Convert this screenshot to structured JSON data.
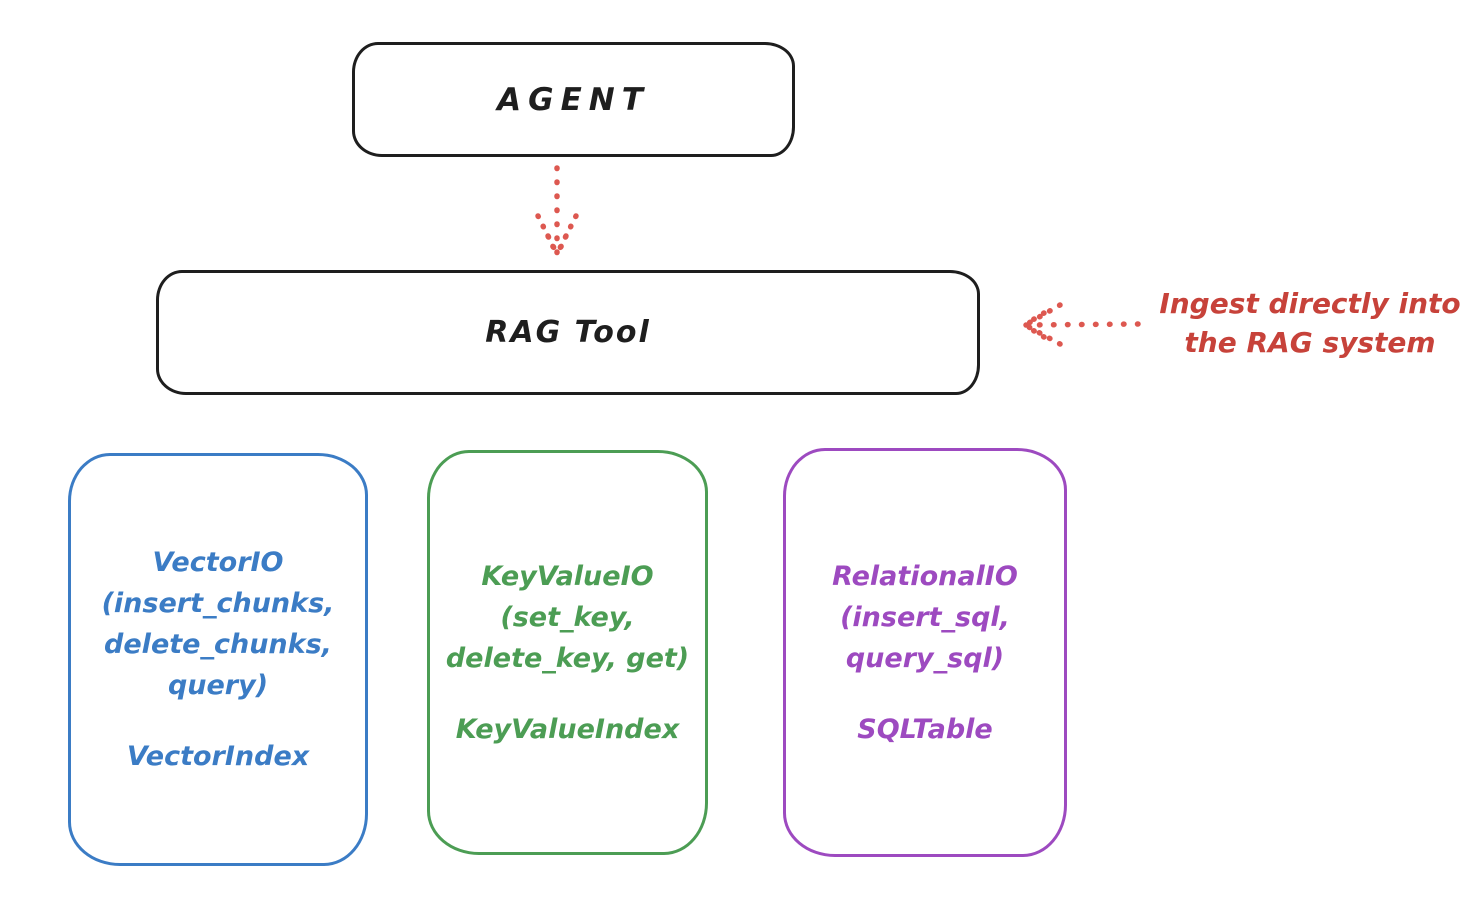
{
  "colors": {
    "background": "#ffffff",
    "stroke-dark": "#1e1e1e",
    "red-text": "#c7423a",
    "red-arrow": "#dd5850",
    "blue": "#3b7cc5",
    "green": "#4c9d54",
    "purple": "#9d4ac0"
  },
  "diagram": {
    "agent_box": {
      "label": "AGENT"
    },
    "rag_tool_box": {
      "label": "RAG Tool"
    },
    "annotation": {
      "lines": [
        "Ingest directly into",
        "the RAG system"
      ]
    },
    "io_boxes": [
      {
        "lines": [
          "VectorIO",
          "(insert_chunks,",
          "delete_chunks,",
          "query)"
        ],
        "index_label": "VectorIndex"
      },
      {
        "lines": [
          "KeyValueIO",
          "(set_key,",
          "delete_key, get)"
        ],
        "index_label": "KeyValueIndex"
      },
      {
        "lines": [
          "RelationalIO",
          "(insert_sql,",
          "query_sql)"
        ],
        "index_label": "SQLTable"
      }
    ]
  }
}
